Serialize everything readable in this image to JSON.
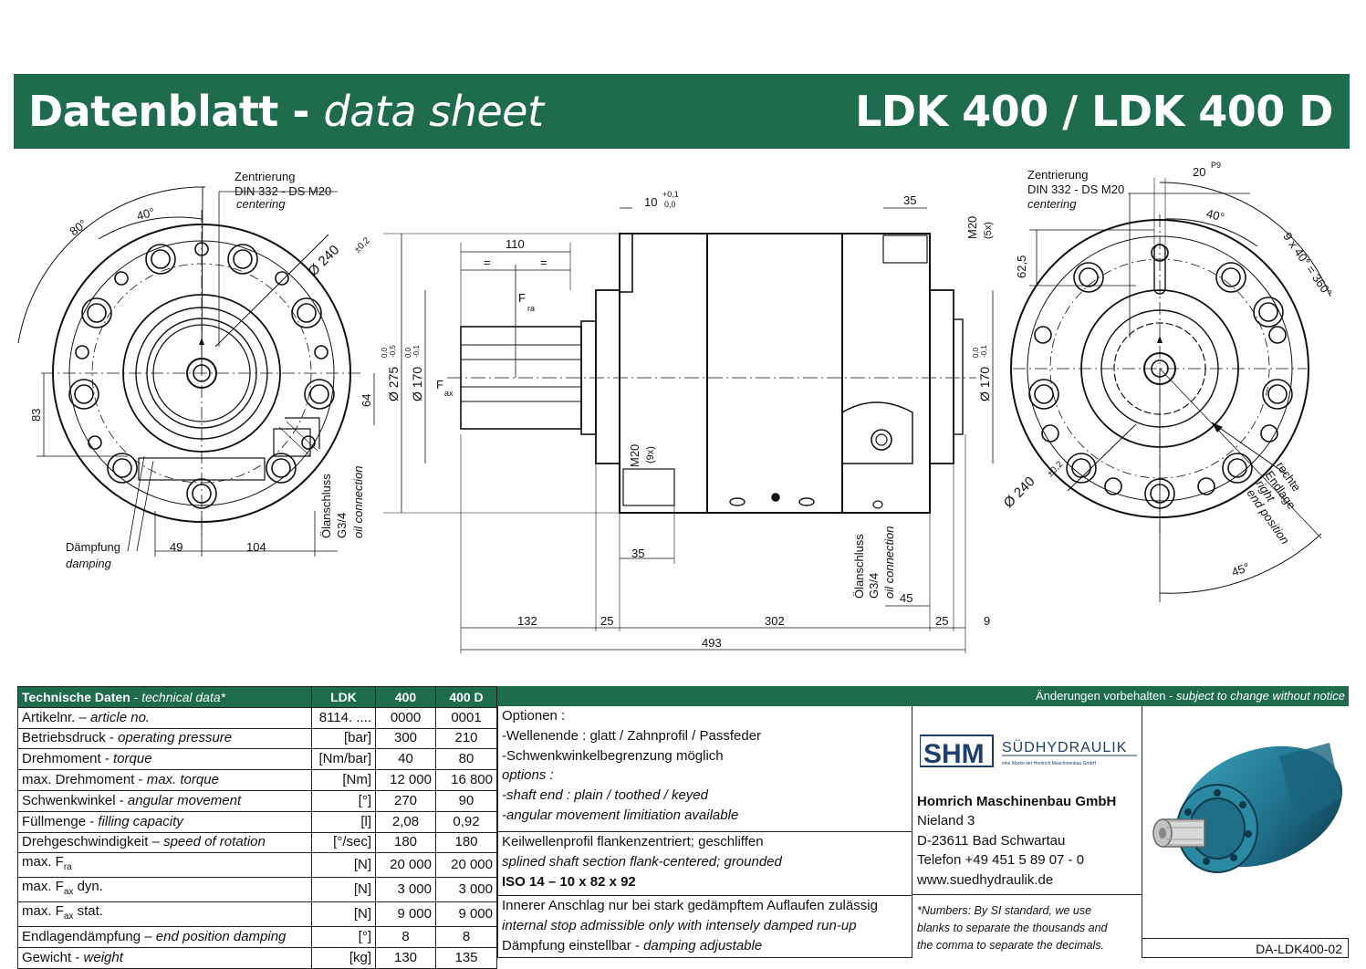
{
  "header": {
    "title_de": "Datenblatt",
    "title_sep": " - ",
    "title_en": "data sheet",
    "model": "LDK 400 / LDK 400 D"
  },
  "drawing": {
    "left": {
      "centering": [
        "Zentrierung",
        "DIN 332 - DS M20",
        "centering"
      ],
      "angle_80": "80°",
      "angle_40": "40°",
      "diameter": "Ø 240",
      "diameter_tol": "±0,2",
      "dim_83": "83",
      "dim_64": "64",
      "dim_49": "49",
      "dim_104": "104",
      "damping": [
        "Dämpfung",
        "damping"
      ],
      "oil": [
        "Ölanschluss",
        "G3/4",
        "oil connection"
      ]
    },
    "side": {
      "dim_10": "10",
      "dim_10_tol_up": "+0,1",
      "dim_10_tol_dn": "0,0",
      "dim_110": "110",
      "eq": "=",
      "dim_35_top": "35",
      "m20_top": "M20",
      "m20_top_count": "(5x)",
      "fra": "F",
      "fra_sub": "ra",
      "fax": "F",
      "fax_sub": "ax",
      "d275": "Ø 275",
      "d275_tol_up": "0,0",
      "d275_tol_dn": "-0,5",
      "d170_l": "Ø 170",
      "d170_l_tol_up": "0,0",
      "d170_l_tol_dn": "-0,1",
      "d170_r": "Ø 170",
      "d170_r_tol_up": "0,0",
      "d170_r_tol_dn": "-0,1",
      "m20_bottom": "M20",
      "m20_bottom_count": "(9x)",
      "dim_35_bottom": "35",
      "oil": [
        "Ölanschluss",
        "G3/4",
        "oil connection"
      ],
      "dim_45": "45",
      "dim_132": "132",
      "dim_25a": "25",
      "dim_302": "302",
      "dim_25b": "25",
      "dim_9": "9",
      "dim_493": "493"
    },
    "right": {
      "centering": [
        "Zentrierung",
        "DIN 332 - DS M20",
        "centering"
      ],
      "key_20": "20",
      "key_tol": "P9",
      "dim_62": "62,5",
      "angle_40": "40°",
      "angle_9x40": "9 x 40° = 360°",
      "diameter": "Ø 240",
      "diameter_tol": "±0,2",
      "end_position": [
        "rechte",
        "Endlage",
        "right",
        "end position"
      ],
      "angle_45": "45°"
    }
  },
  "specs": {
    "header": [
      "Technische Daten",
      "technical data*",
      "LDK",
      "400",
      "400 D"
    ],
    "rows": [
      {
        "de": "Artikelnr.",
        "sep": " – ",
        "en": "article no.",
        "unit": "8114. ....",
        "v400": "0000",
        "v400d": "0001"
      },
      {
        "de": "Betriebsdruck",
        "sep": " - ",
        "en": "operating pressure",
        "unit": "[bar]",
        "v400": "300",
        "v400d": "210"
      },
      {
        "de": "Drehmoment",
        "sep": " - ",
        "en": "torque",
        "unit": "[Nm/bar]",
        "v400": "40",
        "v400d": "80"
      },
      {
        "de": "max. Drehmoment",
        "sep": " - ",
        "en": "max. torque",
        "unit": "[Nm]",
        "v400": "12 000",
        "v400d": "16 800"
      },
      {
        "de": "Schwenkwinkel",
        "sep": " - ",
        "en": "angular movement",
        "unit": "[°]",
        "v400": "270",
        "v400d": "90"
      },
      {
        "de": "Füllmenge",
        "sep": " - ",
        "en": "filling capacity",
        "unit": "[l]",
        "v400": "2,08",
        "v400d": "0,92"
      },
      {
        "de": "Drehgeschwindigkeit",
        "sep": " – ",
        "en": "speed of rotation",
        "unit": "[°/sec]",
        "v400": "180",
        "v400d": "180"
      },
      {
        "de": "max. F",
        "sub": "ra",
        "sep": "",
        "en": "",
        "unit": "[N]",
        "v400": "20 000",
        "v400d": "20 000"
      },
      {
        "de": "max. F",
        "sub": "ax",
        "sep": " dyn.",
        "en": "",
        "unit": "[N]",
        "v400": "3 000",
        "v400d": "3 000"
      },
      {
        "de": "max. F",
        "sub": "ax",
        "sep": " stat.",
        "en": "",
        "unit": "[N]",
        "v400": "9 000",
        "v400d": "9 000"
      },
      {
        "de": "Endlagendämpfung",
        "sep": " – ",
        "en": "end position damping",
        "unit": "[°]",
        "v400": "8",
        "v400d": "8"
      },
      {
        "de": "Gewicht",
        "sep": " - ",
        "en": "weight",
        "unit": "[kg]",
        "v400": "130",
        "v400d": "135"
      }
    ]
  },
  "notice": {
    "de": "Änderungen vorbehalten",
    "sep": " - ",
    "en": "subject to change without notice"
  },
  "options": {
    "title": "Optionen :",
    "de1": "-Wellenende : glatt / Zahnprofil / Passfeder",
    "de2": "-Schwenkwinkelbegrenzung möglich",
    "title_en": "options :",
    "en1": "-shaft end : plain / toothed / keyed",
    "en2": "-angular movement limitiation available",
    "spline_de": "Keilwellenprofil flankenzentriert; geschliffen",
    "spline_en": "splined shaft section flank-centered; grounded",
    "spline_iso": "ISO 14 – 10 x 82 x 92",
    "stop_de": "Innerer Anschlag nur bei stark gedämpftem Auflaufen zulässig",
    "stop_en": "internal stop admissible only with intensely damped run-up",
    "damp_de": "Dämpfung einstellbar",
    "damp_sep": " - ",
    "damp_en": "damping adjustable"
  },
  "company": {
    "logo_mark": "SHM",
    "logo_name": "SÜDHYDRAULIK",
    "logo_tagline": "eine Marke der Homrich Maschinenbau GmbH",
    "name": "Homrich Maschinenbau GmbH",
    "street": "Nieland 3",
    "city": "D-23611 Bad Schwartau",
    "phone": "Telefon +49 451 5 89 07 - 0",
    "web": "www.suedhydraulik.de",
    "footnote": [
      "*Numbers: By SI standard, we use",
      "blanks to separate the thousands and",
      "the comma to separate the decimals."
    ]
  },
  "doc_no": "DA-LDK400-02",
  "colors": {
    "brand": "#1e6b4e",
    "product": "#1f6f8b"
  }
}
